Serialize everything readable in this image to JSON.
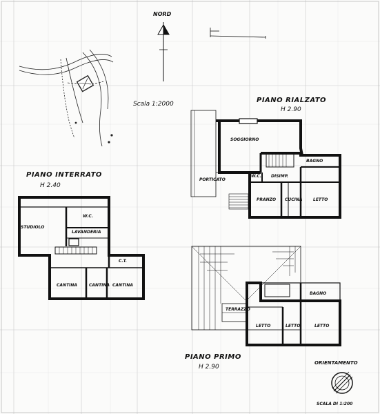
{
  "compass": {
    "label": "NORD"
  },
  "site_plan": {
    "scale": "Scala 1:2000"
  },
  "floors": {
    "rialzato": {
      "title": "PIANO RIALZATO",
      "height": "H 2.90",
      "rooms": {
        "soggiorno": "SOGGIORNO",
        "portico": "PORTICATO",
        "bagno": "BAGNO",
        "wc": "W.C.",
        "disimp": "DISIMP.",
        "pranzo": "PRANZO",
        "cucina": "CUCINA",
        "letto": "LETTO"
      }
    },
    "interrato": {
      "title": "PIANO INTERRATO",
      "height": "H 2.40",
      "rooms": {
        "studio": "STUDIOLO",
        "wc": "W.C.",
        "lavanderia": "LAVANDERIA",
        "ct": "C.T.",
        "cantina1": "CANTINA",
        "cantina2": "CANTINA",
        "cantina3": "CANTINA"
      }
    },
    "primo": {
      "title": "PIANO PRIMO",
      "height": "H 2.90",
      "rooms": {
        "terrazzo": "TERRAZZO",
        "bagno": "BAGNO",
        "letto1": "LETTO",
        "letto2": "LETTO",
        "letto3": "LETTO"
      }
    }
  },
  "orientation": {
    "label": "ORIENTAMENTO",
    "scale": "SCALA DI 1:200"
  }
}
